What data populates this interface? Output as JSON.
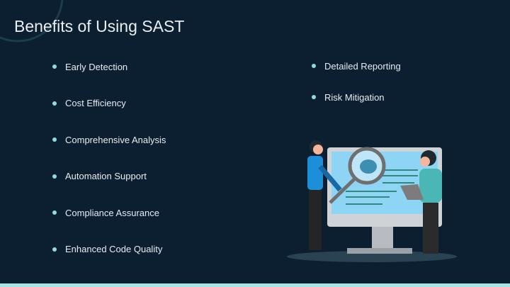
{
  "slide": {
    "title": "Benefits of Using SAST"
  },
  "left_list": [
    "Early Detection",
    "Cost Efficiency",
    "Comprehensive Analysis",
    "Automation Support",
    "Compliance Assurance",
    "Enhanced Code Quality"
  ],
  "right_list": [
    "Detailed Reporting",
    "Risk Mitigation"
  ],
  "colors": {
    "background": "#0c1f31",
    "bullet": "#8fdbe0",
    "strip": "#a8e3e6"
  }
}
